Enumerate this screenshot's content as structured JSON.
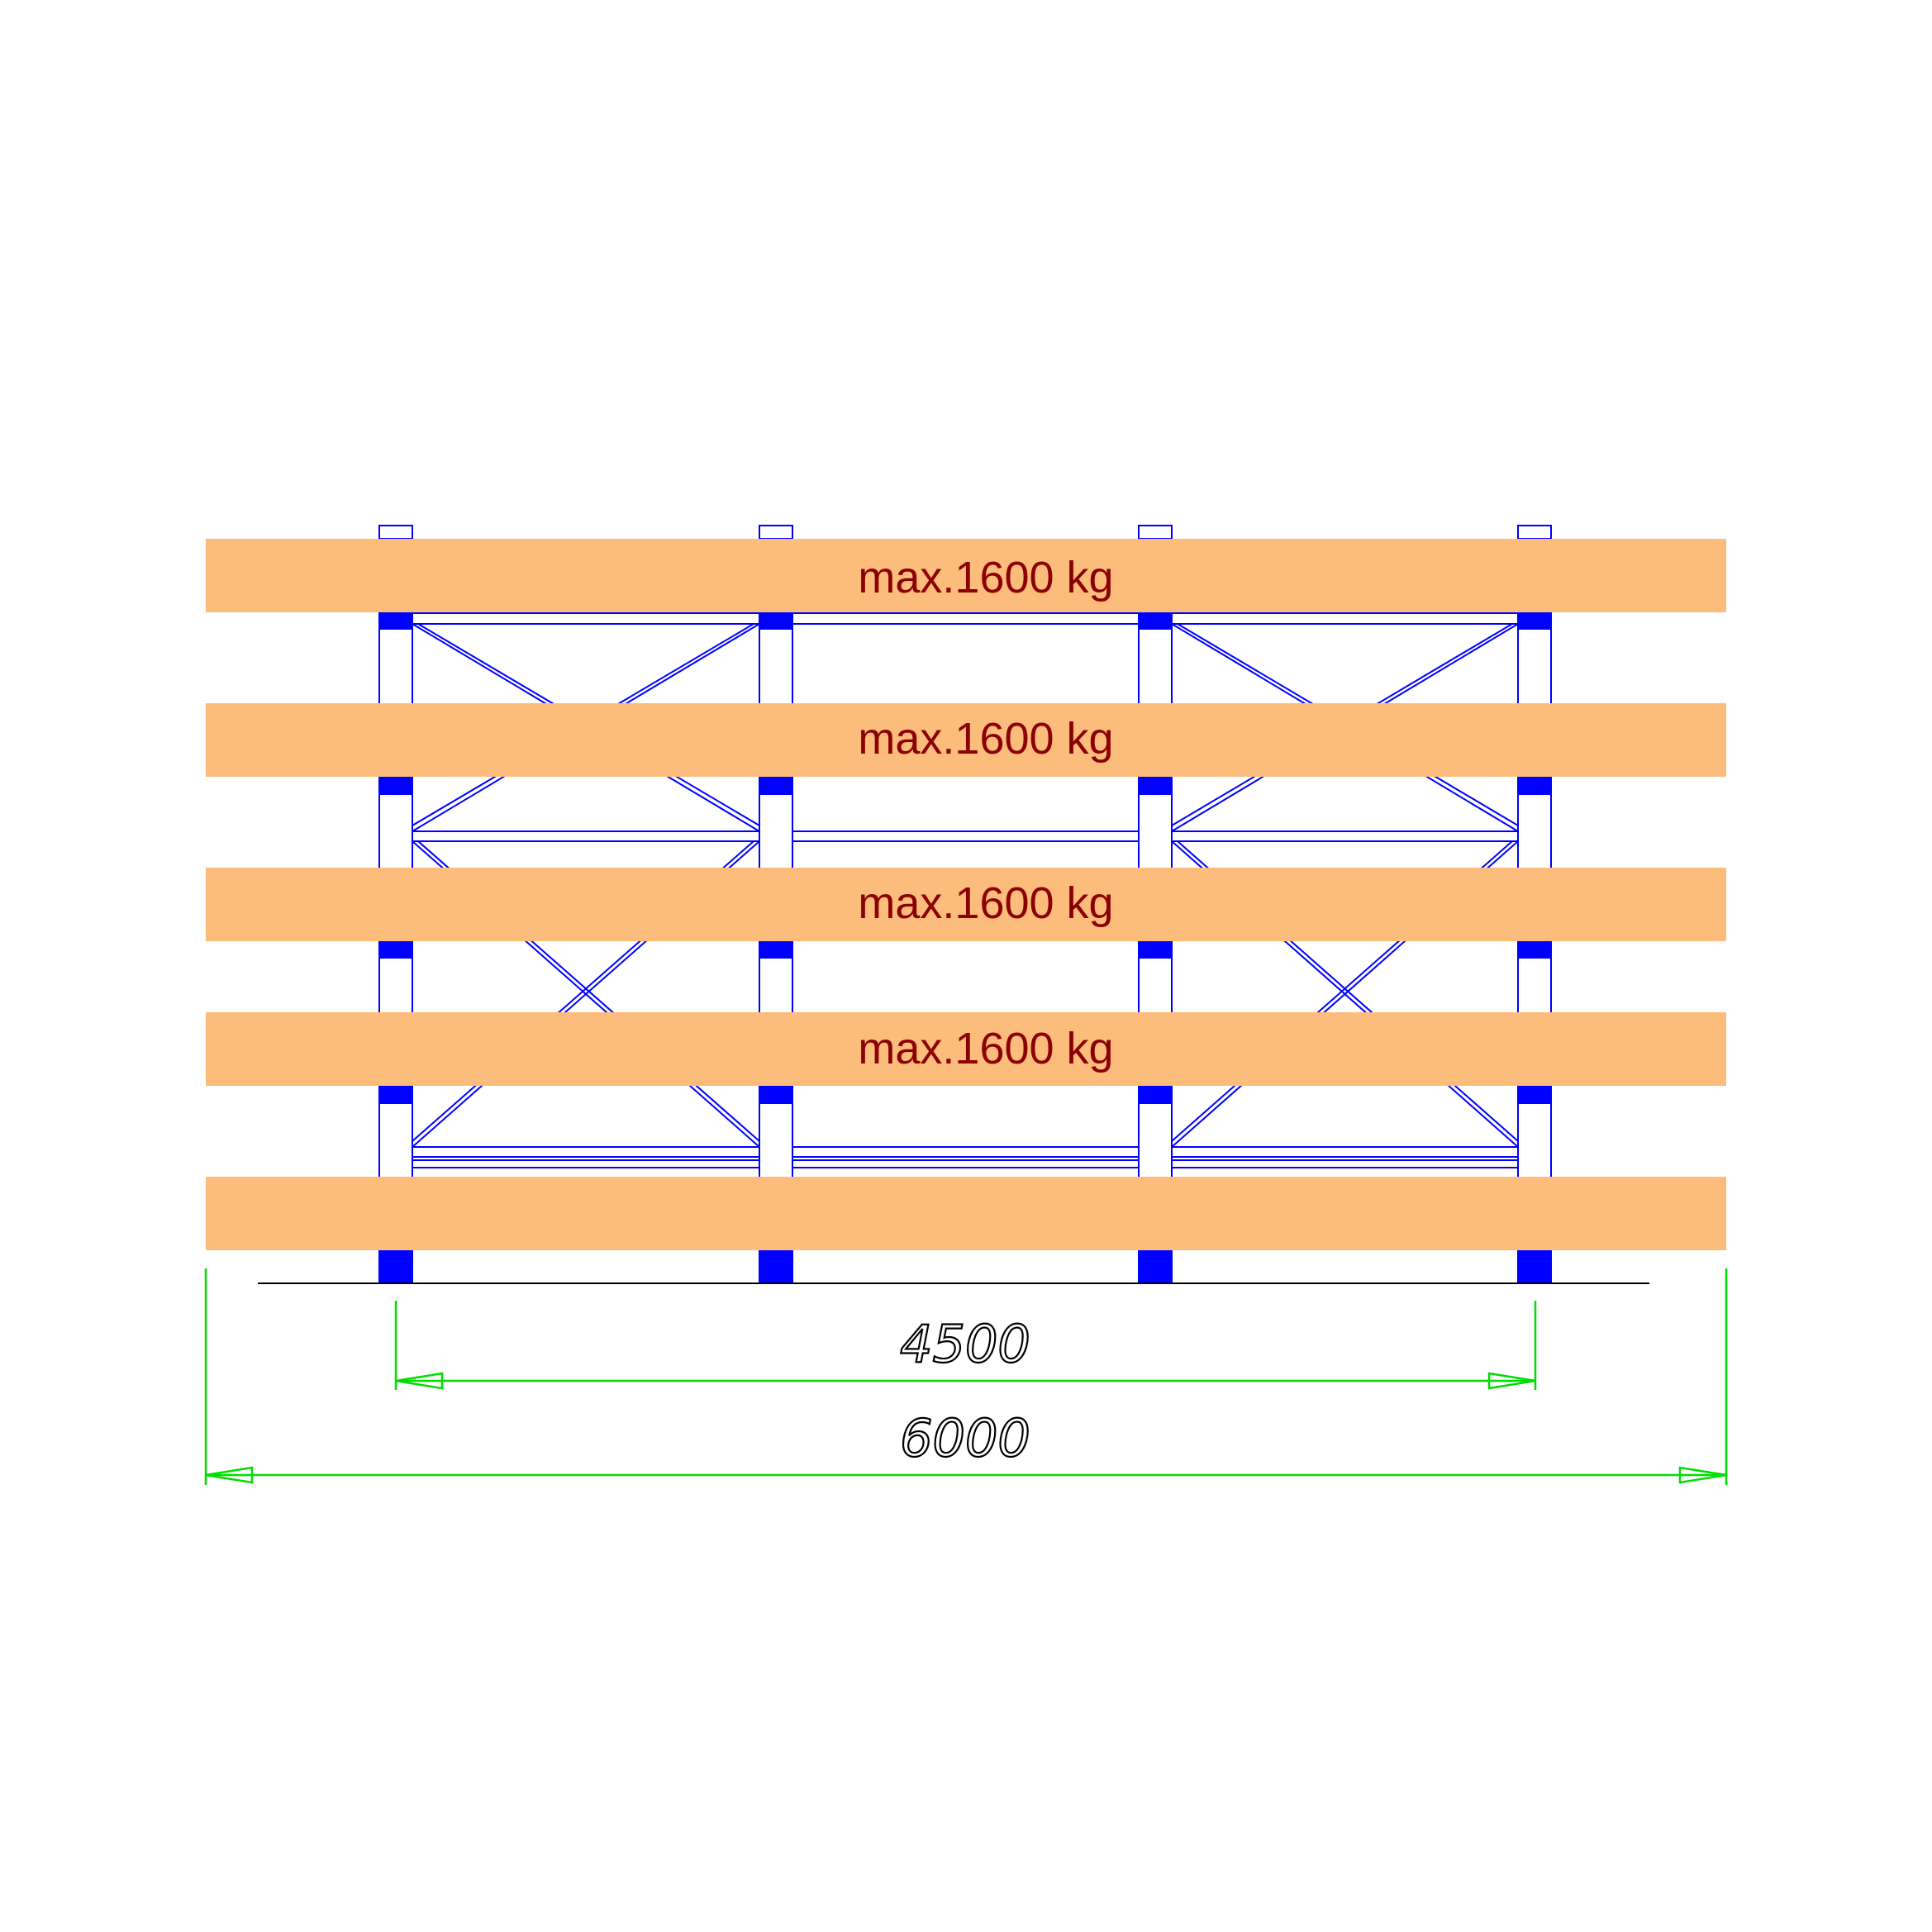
{
  "drawing": {
    "shelves": [
      {
        "load_label": "max.1600 kg"
      },
      {
        "load_label": "max.1600 kg"
      },
      {
        "load_label": "max.1600 kg"
      },
      {
        "load_label": "max.1600 kg"
      },
      {
        "load_label": ""
      }
    ],
    "dimensions": {
      "inner": "4500",
      "overall": "6000"
    },
    "colors": {
      "load": "#fcbc7c",
      "frame": "#0000ff",
      "dimension": "#00dd00",
      "load_text": "#8b0000",
      "floor": "#000000"
    }
  }
}
